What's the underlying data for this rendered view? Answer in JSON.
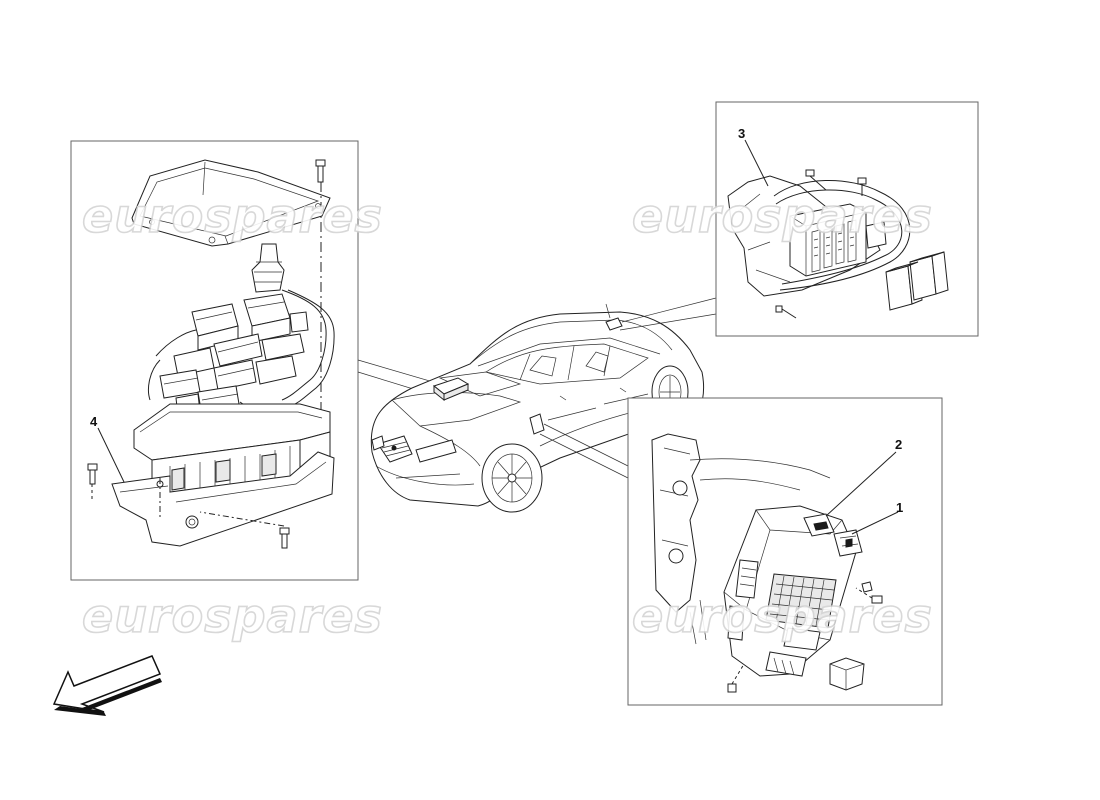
{
  "watermark": {
    "text": "eurospares"
  },
  "callouts": {
    "c1": "1",
    "c2": "2",
    "c3": "3",
    "c4": "4"
  },
  "colors": {
    "line": "#222222",
    "panel_border": "#666666",
    "watermark_outline": "#d4d4d4",
    "background": "#ffffff"
  },
  "icons": {
    "direction_arrow": "arrow-down-left-icon"
  }
}
